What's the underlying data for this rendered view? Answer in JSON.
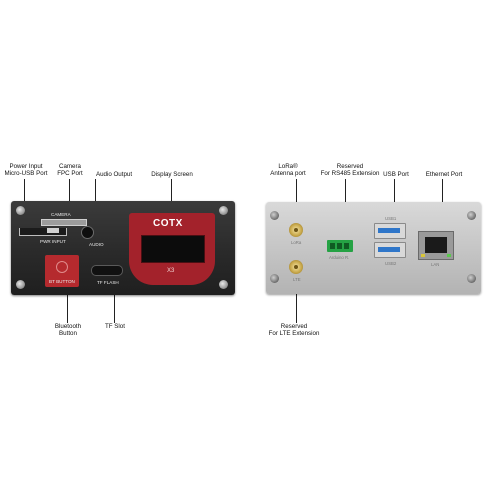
{
  "labels": {
    "power_input": "Power Input\nMicro-USB Port",
    "camera_fpc": "Camera\nFPC Port",
    "audio_output": "Audio Output",
    "display_screen": "Display Screen",
    "bluetooth_button": "Bluetooth\nButton",
    "tf_slot": "TF Slot",
    "lora_antenna": "LoRa®\nAntenna port",
    "rs485": "Reserved\nFor RS485 Extension",
    "usb_port": "USB Port",
    "ethernet_port": "Ethernet Port",
    "lte": "Reserved\nFor LTE Extension"
  },
  "front_panel": {
    "camera": "CAMERA",
    "pwr_input": "PWR INPUT",
    "audio": "AUDIO",
    "brand": "COTX",
    "model": "X3",
    "bt_button": "BT BUTTON",
    "tf_flash": "TF FLASH"
  },
  "rear_panel": {
    "lora": "LoRa",
    "arduino": "Arduino R.",
    "usb1": "USB1",
    "usb2": "USB2",
    "lan": "LAN",
    "lte": "LTE"
  },
  "colors": {
    "front_bg": "#2e2e2e",
    "display_bezel": "#a3222b",
    "bt_button": "#b52a2e",
    "rear_bg": "#c6c6c6",
    "usb_blue": "#2f76c9",
    "terminal_green": "#25a244"
  }
}
